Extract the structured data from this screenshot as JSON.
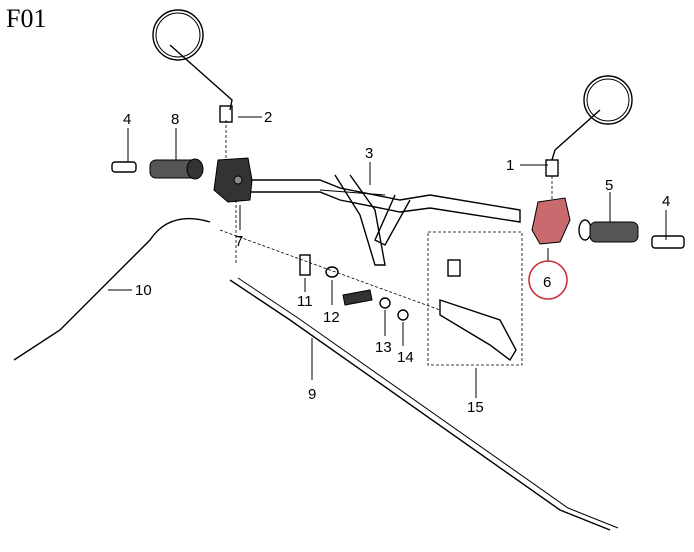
{
  "figure_label": "F01",
  "highlight_color": "#c8323a",
  "highlight_fill": "#c96a6e",
  "callouts": {
    "p1": "1",
    "p2": "2",
    "p3": "3",
    "p4a": "4",
    "p4b": "4",
    "p5": "5",
    "p6": "6",
    "p7": "7",
    "p8": "8",
    "p9": "9",
    "p10": "10",
    "p11": "11",
    "p12": "12",
    "p13": "13",
    "p14": "14",
    "p15": "15"
  }
}
